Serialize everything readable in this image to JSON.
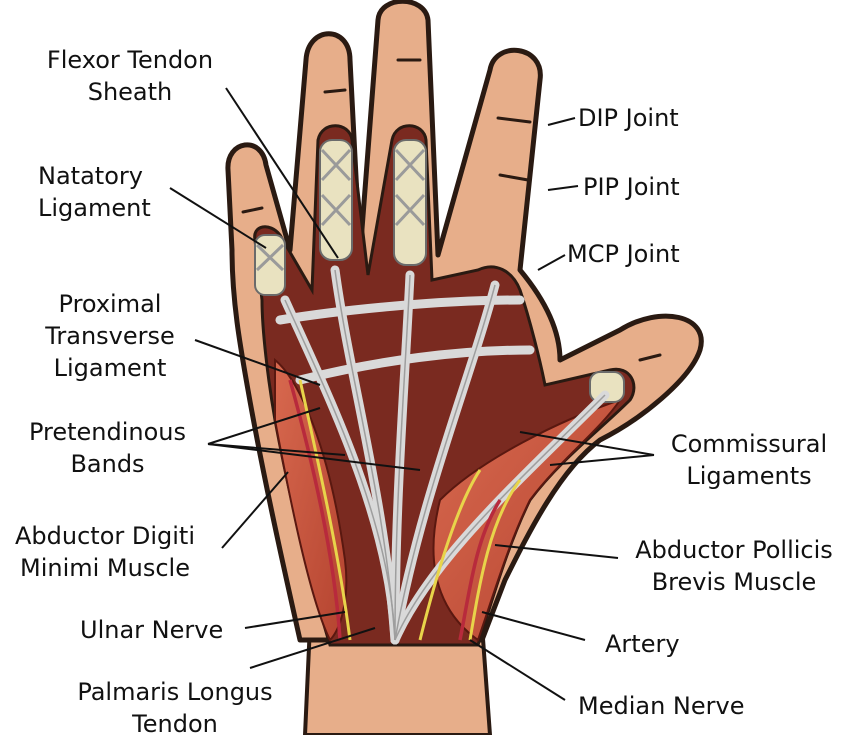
{
  "labels": {
    "flexor_tendon_sheath": [
      "Flexor Tendon",
      "Sheath"
    ],
    "natatory_ligament": [
      "Natatory",
      "Ligament"
    ],
    "proximal_transverse_ligament": [
      "Proximal",
      "Transverse",
      "Ligament"
    ],
    "pretendinous_bands": [
      "Pretendinous",
      "Bands"
    ],
    "abductor_digiti_minimi": [
      "Abductor Digiti",
      "Minimi Muscle"
    ],
    "ulnar_nerve": "Ulnar Nerve",
    "palmaris_longus": [
      "Palmaris Longus",
      "Tendon"
    ],
    "dip_joint": "DIP Joint",
    "pip_joint": "PIP Joint",
    "mcp_joint": "MCP Joint",
    "commissural_ligaments": [
      "Commissural",
      "Ligaments"
    ],
    "abductor_pollicis_brevis": [
      "Abductor Pollicis",
      "Brevis Muscle"
    ],
    "artery": "Artery",
    "median_nerve": "Median Nerve"
  },
  "colors": {
    "skin": "#e7ae8a",
    "skin_outline": "#2a1a12",
    "muscle": "#c8553f",
    "tendon": "#dedede",
    "nerve": "#e8d44a",
    "artery": "#b82a3c",
    "fat": "#f0e48a"
  }
}
